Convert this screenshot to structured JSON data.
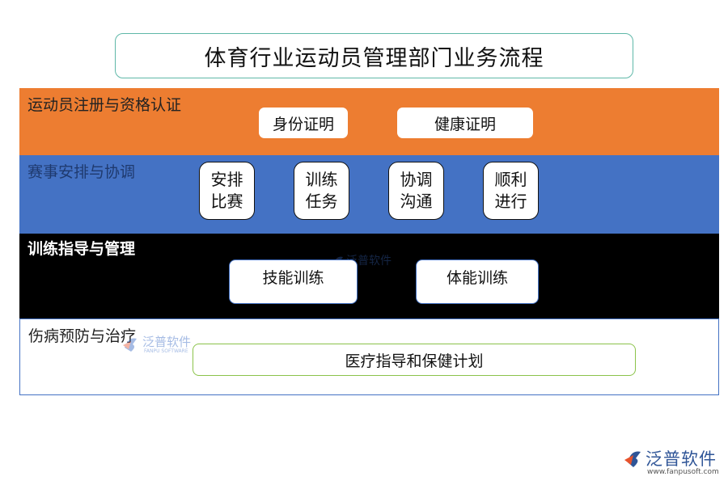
{
  "title": "体育行业运动员管理部门业务流程",
  "bands": [
    {
      "label": "运动员注册与资格认证",
      "color": "#ed7d31",
      "items": [
        "身份证明",
        "健康证明"
      ]
    },
    {
      "label": "赛事安排与协调",
      "color": "#4472c4",
      "items": [
        [
          "安排",
          "比赛"
        ],
        [
          "训练",
          "任务"
        ],
        [
          "协调",
          "沟通"
        ],
        [
          "顺利",
          "进行"
        ]
      ]
    },
    {
      "label": "训练指导与管理",
      "color": "#000000",
      "items": [
        "技能训练",
        "体能训练"
      ]
    },
    {
      "label": "伤病预防与治疗",
      "color": "#ffffff",
      "items": [
        "医疗指导和保健计划"
      ]
    }
  ],
  "watermark": {
    "text": "泛普软件",
    "subtext": "FANPU SOFTWARE"
  },
  "logo": {
    "name": "泛普软件",
    "url": "www.fanpusoft.com",
    "icon": "fanpu-logo-icon"
  }
}
